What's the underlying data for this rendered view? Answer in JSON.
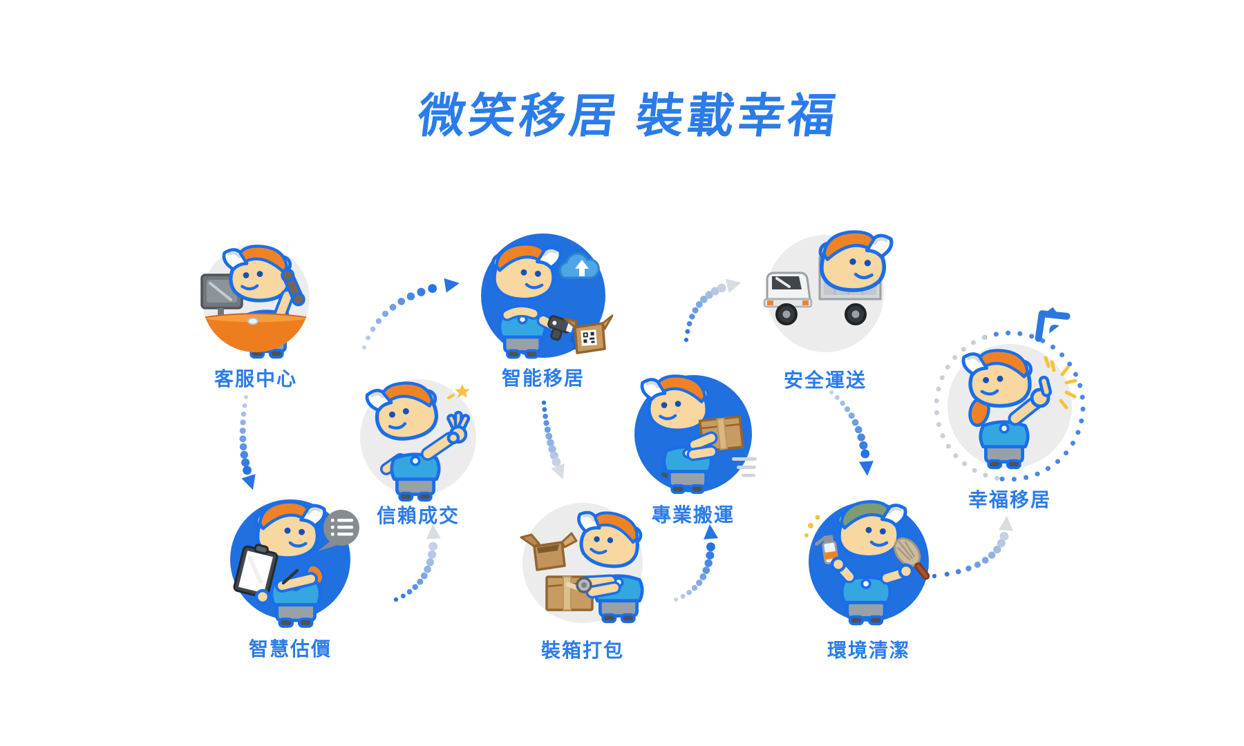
{
  "title": "微笑移居 裝載幸福",
  "steps": [
    {
      "label": "客服中心",
      "icon": "rhino-call-center-icon"
    },
    {
      "label": "智慧估價",
      "icon": "rhino-clipboard-icon"
    },
    {
      "label": "信賴成交",
      "icon": "rhino-ok-sign-icon"
    },
    {
      "label": "智能移居",
      "icon": "rhino-scanner-icon"
    },
    {
      "label": "裝箱打包",
      "icon": "rhino-packing-icon"
    },
    {
      "label": "專業搬運",
      "icon": "rhino-carry-box-icon"
    },
    {
      "label": "安全運送",
      "icon": "rhino-truck-icon"
    },
    {
      "label": "環境清潔",
      "icon": "rhino-cleaning-icon"
    },
    {
      "label": "幸福移居",
      "icon": "rhino-thumbs-up-icon"
    }
  ],
  "colors": {
    "accent_blue": "#2b7ce9",
    "circle_blue": "#2070e0",
    "circle_gray": "#ececec",
    "outline_blue": "#1a6ee8",
    "cap_orange": "#f08226",
    "star_yellow": "#f6c23e",
    "arrow_blue": "#2673e2",
    "arrow_gray": "#d9dce0"
  }
}
